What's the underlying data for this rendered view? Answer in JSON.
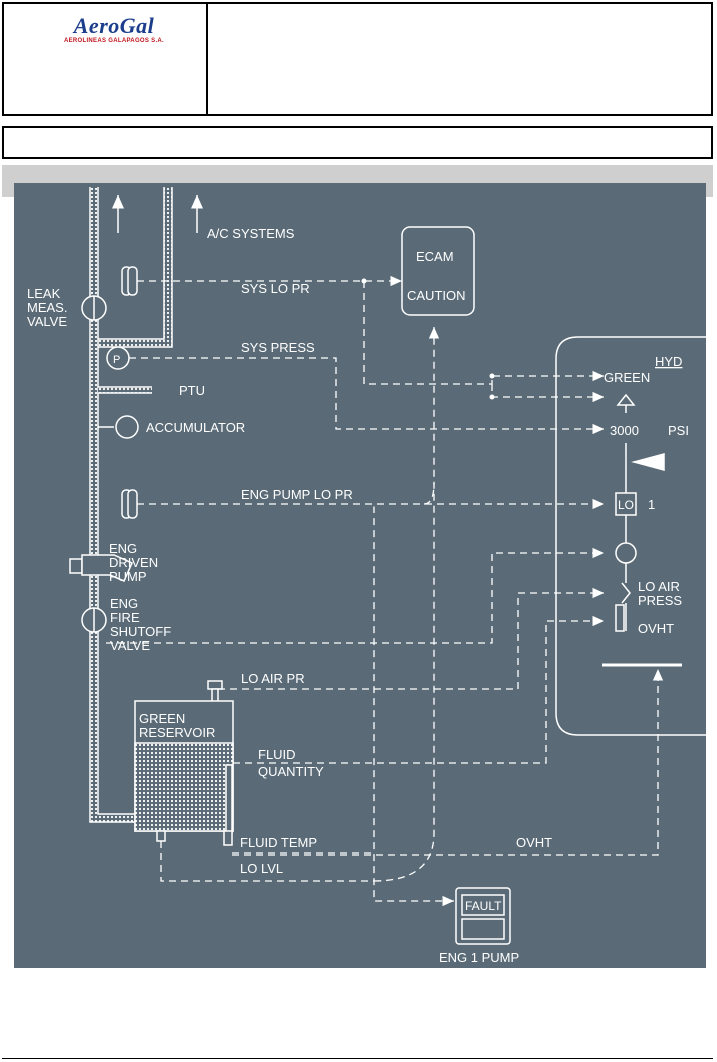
{
  "header": {
    "logo_main": "AeroGal",
    "logo_sub": "AEROLINEAS GALAPAGOS S.A."
  },
  "diagram": {
    "colors": {
      "background": "#5a6b77",
      "line": "#ffffff"
    },
    "labels": {
      "ac_systems": "A/C SYSTEMS",
      "ecam_1": "ECAM",
      "ecam_2": "CAUTION",
      "sys_lo_pr": "SYS LO PR",
      "leak_1": "LEAK",
      "leak_2": "MEAS.",
      "leak_3": "VALVE",
      "p_symbol": "P",
      "sys_press": "SYS PRESS",
      "ptu": "PTU",
      "accumulator": "ACCUMULATOR",
      "green": "GREEN",
      "hyd": "HYD",
      "psi_value": "3000",
      "psi_unit": "PSI",
      "eng_pump_lo_pr": "ENG PUMP LO PR",
      "lo_symbol": "LO",
      "one": "1",
      "eng_driven_1": "ENG",
      "eng_driven_2": "DRIVEN",
      "eng_driven_3": "PUMP",
      "lo_air_1": "LO AIR",
      "lo_air_2": "PRESS",
      "eng_fire_1": "ENG",
      "eng_fire_2": "FIRE",
      "eng_fire_3": "SHUTOFF",
      "eng_fire_4": "VALVE",
      "ovht_panel": "OVHT",
      "lo_air_pr": "LO AIR PR",
      "green_res_1": "GREEN",
      "green_res_2": "RESERVOIR",
      "fluid_1": "FLUID",
      "fluid_2": "QUANTITY",
      "fluid_temp": "FLUID TEMP",
      "ovht_line": "OVHT",
      "lo_lvl": "LO LVL",
      "fault": "FAULT",
      "eng1_pump": "ENG 1 PUMP"
    }
  }
}
